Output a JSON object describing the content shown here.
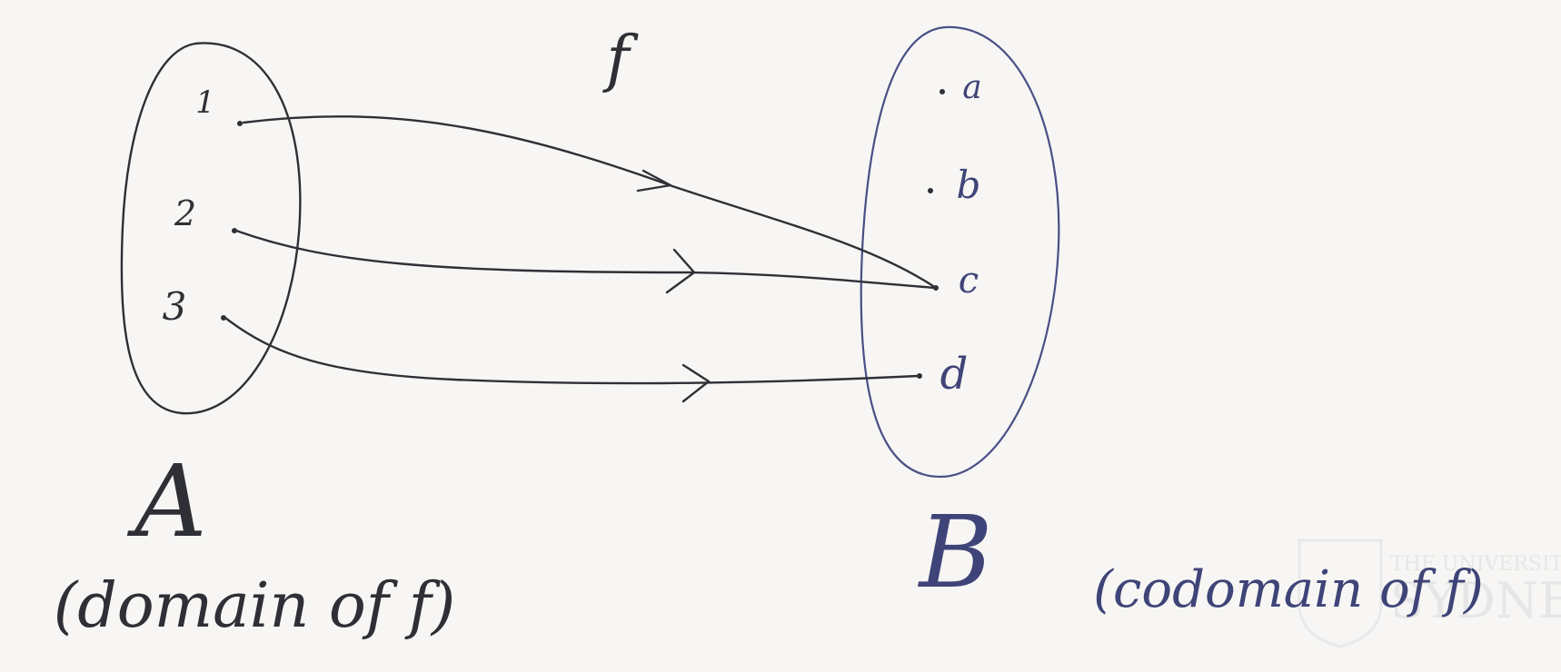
{
  "function_name": "f",
  "domain": {
    "set_name": "A",
    "caption": "(domain of f)",
    "elements": [
      "1",
      "2",
      "3"
    ]
  },
  "codomain": {
    "set_name": "B",
    "caption": "(codomain of f)",
    "elements": [
      "a",
      "b",
      "c",
      "d"
    ]
  },
  "mappings": [
    {
      "from": "1",
      "to": "c"
    },
    {
      "from": "2",
      "to": "c"
    },
    {
      "from": "3",
      "to": "d"
    }
  ],
  "watermark": {
    "line1": "THE UNIVERSITY OF",
    "line2": "SYDNEY"
  },
  "colors": {
    "ink": "#2f3036",
    "blue_ink": "#4a4f86",
    "paper": "#f7f6f4"
  }
}
